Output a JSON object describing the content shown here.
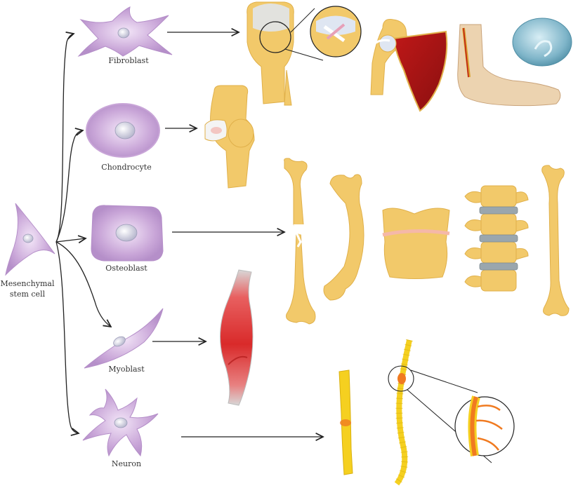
{
  "cells": {
    "fibroblast": "Fibroblast",
    "chondrocyte": "Chondrocyte",
    "osteoblast": "Osteoblast",
    "myoblast": "Myoblast",
    "neuron": "Neuron",
    "stem_line1": "Mesenchymal",
    "stem_line2": "stem cell"
  },
  "colors": {
    "cell_purple": "#c9a6d8",
    "nucleus": "#d9d9e8",
    "bone": "#f2c96a",
    "bone_edge": "#e0b04a",
    "muscle_red": "#d93030",
    "nerve_yellow": "#f5d020",
    "nerve_orange": "#f07a20",
    "disc_blue": "#7fb5c9",
    "skin": "#ecd3b0",
    "arrow": "#222222"
  }
}
